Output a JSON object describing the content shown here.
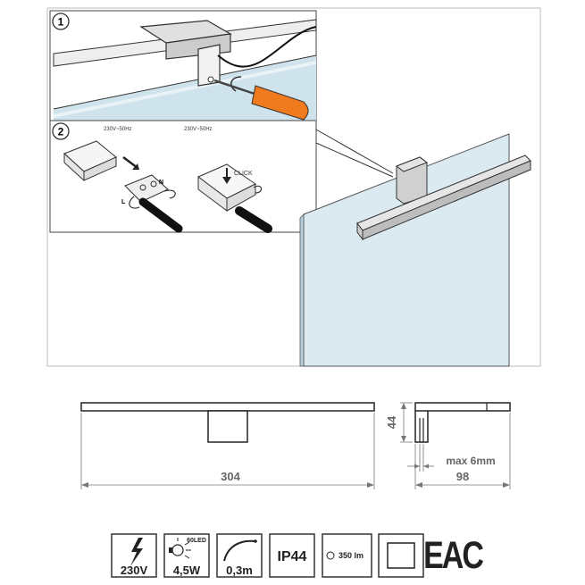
{
  "steps": [
    {
      "number": "1"
    },
    {
      "number": "2",
      "labels": [
        "230V~50Hz",
        "230V~50Hz"
      ],
      "click_label": "CLICK",
      "terminal_labels": [
        "L",
        "N"
      ]
    }
  ],
  "dimensions": {
    "length": "304",
    "height": "44",
    "depth": "98",
    "max_thickness": "max 6mm"
  },
  "specs": {
    "voltage": "230V",
    "led_count": "60LED",
    "power": "4,5W",
    "cable": "0,3m",
    "ip_rating": "IP44",
    "lumen": "350 lm",
    "certification": "EAC"
  },
  "colors": {
    "frame": "#bbbbbb",
    "mirror": "#dbe9f1",
    "glass_panel": "#cfe3ec",
    "screwdriver_handle": "#f07a1e",
    "line": "#333333"
  }
}
